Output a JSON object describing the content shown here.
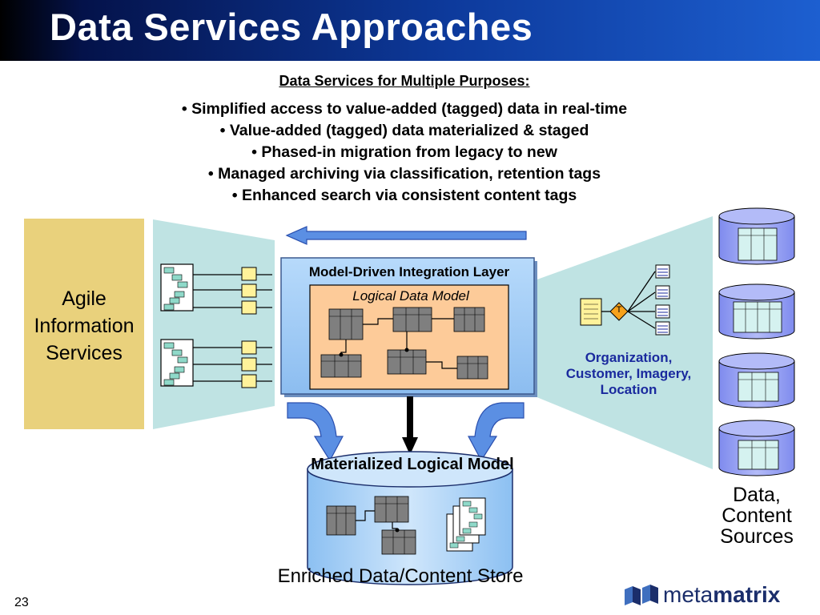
{
  "slide": {
    "title": "Data Services Approaches",
    "subheading": "Data Services for Multiple Purposes:",
    "bullets": [
      "Simplified access to value-added (tagged) data in real-time",
      "Value-added (tagged) data materialized & staged",
      "Phased-in migration from legacy to new",
      "Managed archiving via classification, retention tags",
      "Enhanced search via consistent content tags"
    ],
    "page_number": "23"
  },
  "diagram": {
    "agile_services": "Agile Information Services",
    "integration_layer": "Model-Driven Integration Layer",
    "logical_model": "Logical Data Model",
    "materialized_model": "Materialized Logical Model",
    "store_caption": "Enriched Data/Content Store",
    "tag_letter": "T",
    "tag_categories": "Organization, Customer, Imagery, Location",
    "sources_caption": "Data, Content Sources"
  },
  "logo": {
    "prefix": "meta",
    "suffix": "matrix",
    "colors": {
      "dark": "#1b2e6b",
      "mid": "#3f6fbf"
    }
  },
  "colors": {
    "title_bar": "#0d3a9c",
    "agile_box": "#e9d17c",
    "funnel": "#bfe3e3",
    "layer_fill": "#9ecbf6",
    "model_fill": "#fdcb99",
    "arrow_fill": "#5b8fe3",
    "cylinder_fill": "#9aa4f3",
    "store_fill": "#a9d1f7",
    "label_blue": "#1a2a9e"
  }
}
